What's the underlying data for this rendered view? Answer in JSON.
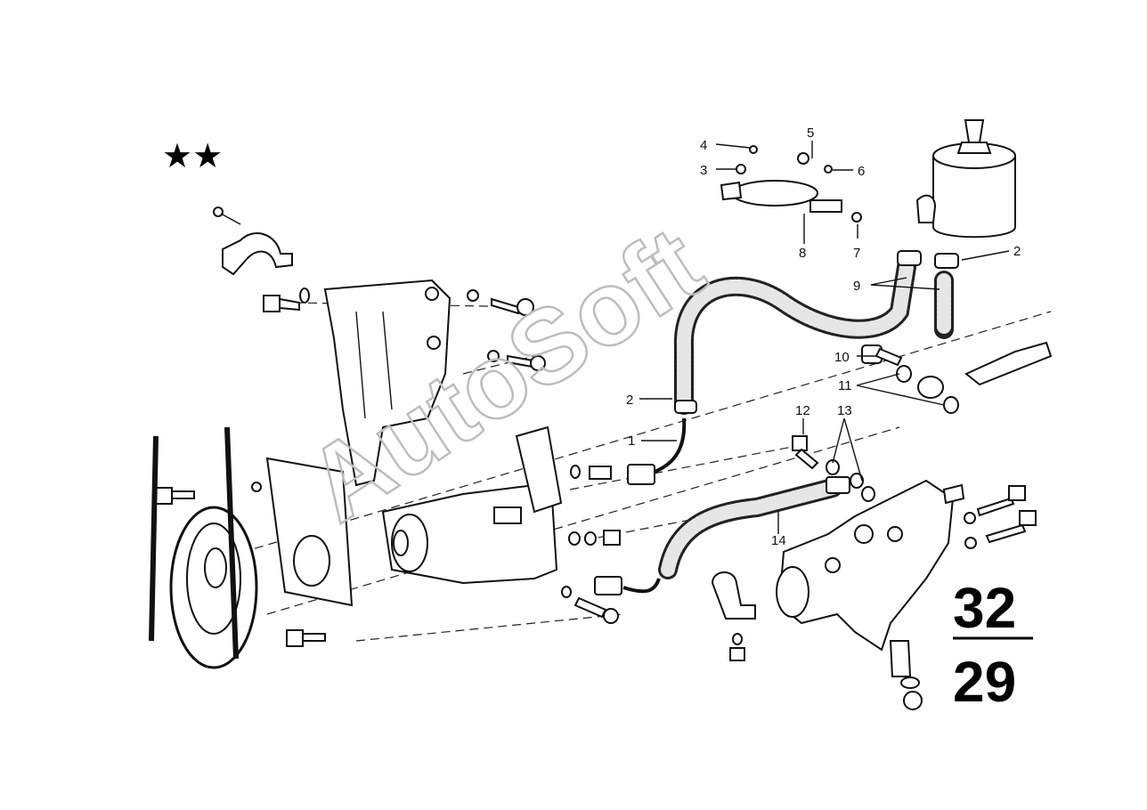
{
  "diagram": {
    "symbols": "★★",
    "watermark": "AutoSoft",
    "page_number": {
      "top": "32",
      "bottom": "29"
    },
    "callouts": [
      {
        "id": "c4",
        "text": "4"
      },
      {
        "id": "c3",
        "text": "3"
      },
      {
        "id": "c5",
        "text": "5"
      },
      {
        "id": "c6",
        "text": "6"
      },
      {
        "id": "c7",
        "text": "7"
      },
      {
        "id": "c8",
        "text": "8"
      },
      {
        "id": "c9",
        "text": "9"
      },
      {
        "id": "c2a",
        "text": "2"
      },
      {
        "id": "c2b",
        "text": "2"
      },
      {
        "id": "c1",
        "text": "1"
      },
      {
        "id": "c10",
        "text": "10"
      },
      {
        "id": "c11",
        "text": "11"
      },
      {
        "id": "c12",
        "text": "12"
      },
      {
        "id": "c13",
        "text": "13"
      },
      {
        "id": "c14",
        "text": "14"
      }
    ]
  }
}
